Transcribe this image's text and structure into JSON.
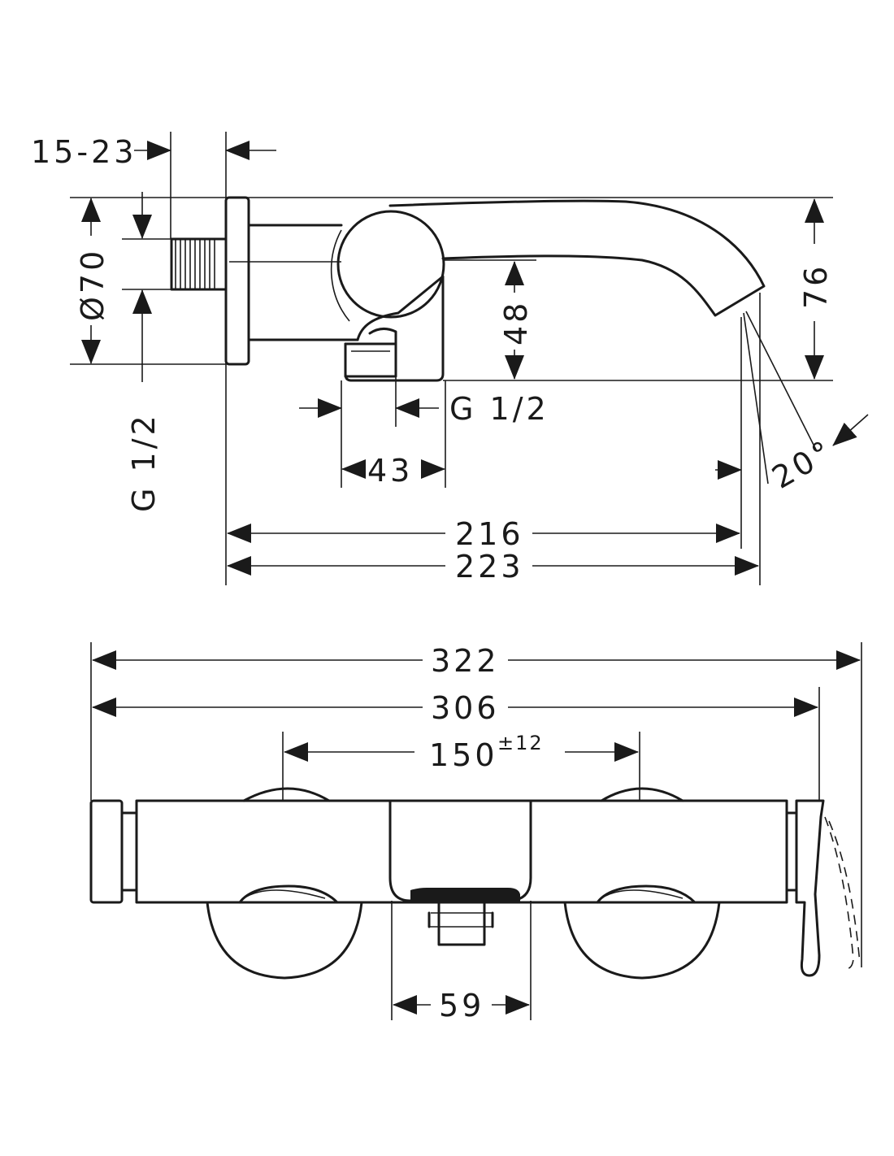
{
  "dimensions": {
    "wall_offset": "15-23",
    "diameter": "Ø70",
    "height_76": "76",
    "height_48": "48",
    "thread_vertical": "G 1/2",
    "thread_horizontal": "G 1/2",
    "width_43": "43",
    "angle": "20°",
    "projection_216": "216",
    "projection_223": "223",
    "width_322": "322",
    "width_306": "306",
    "centers_150": "150",
    "tolerance": "±12",
    "width_59": "59"
  },
  "colors": {
    "line": "#1a1a1a",
    "background": "#ffffff"
  }
}
